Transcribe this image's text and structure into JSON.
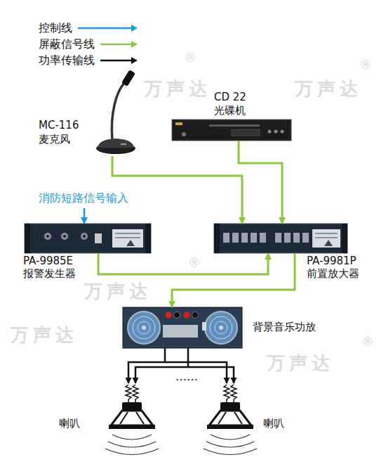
{
  "diagram": {
    "nodes": [
      {
        "text": [
          "MC-116",
          "麦克风"
        ]
      },
      {
        "text": [
          "CD 22",
          "光碟机"
        ]
      },
      {
        "text": [
          "PA-9985E",
          "报警发生器"
        ]
      },
      {
        "text": [
          "PA-9981P",
          "前置放大器"
        ]
      },
      {
        "text": [
          "背景音乐功放"
        ]
      },
      {
        "text": [
          "喇叭"
        ]
      },
      {
        "text": [
          "喇叭"
        ]
      }
    ],
    "edges": [
      {
        "from": 0,
        "to": 3,
        "arrow": "to"
      },
      {
        "from": 1,
        "to": 3,
        "arrow": "to"
      },
      {
        "from": 2,
        "to": 3,
        "arrow": "to"
      },
      {
        "from": 3,
        "to": 4,
        "arrow": "to"
      },
      {
        "from": 4,
        "to": 5,
        "arrow": "to"
      },
      {
        "from": 4,
        "to": 6,
        "arrow": "to"
      }
    ],
    "labels": [
      "®",
      "®",
      "万声达",
      "万声达",
      "消防短路信号输入",
      "®",
      "万声达",
      "®",
      "万声达",
      "万声达",
      "……"
    ],
    "legend": [
      {
        "text": "控制线"
      },
      {
        "text": "屏蔽信号线"
      },
      {
        "text": "功率传输线"
      }
    ]
  }
}
